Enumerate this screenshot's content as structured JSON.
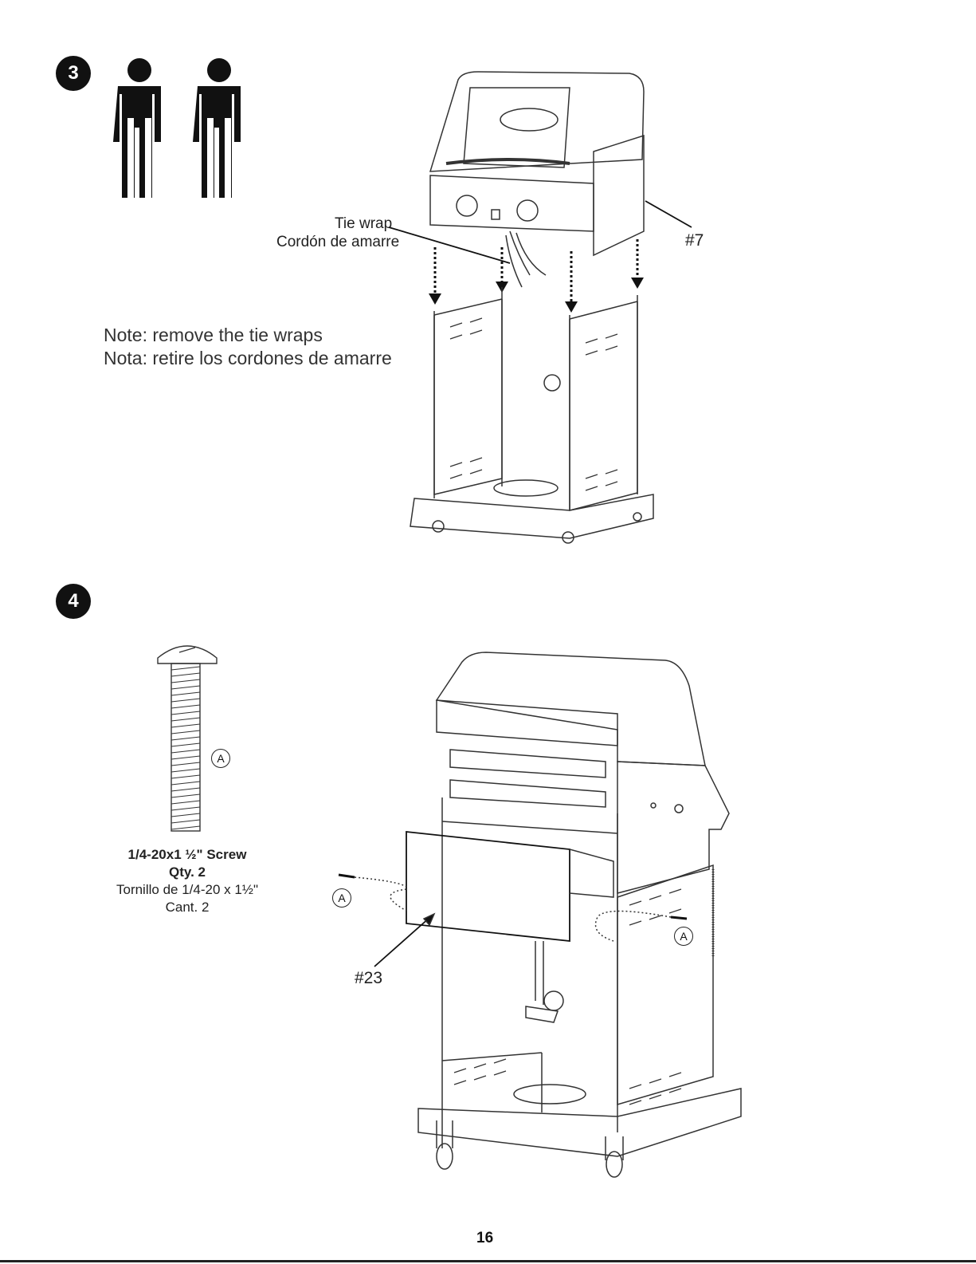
{
  "steps": [
    {
      "number": "3",
      "people_count": 2,
      "tie_wrap_label_en": "Tie wrap",
      "tie_wrap_label_es": "Cordón de amarre",
      "part_callout": "#7",
      "note_en": "Note: remove the tie wraps",
      "note_es": "Nota: retire los cordones de amarre"
    },
    {
      "number": "4",
      "hardware_letter": "A",
      "screw_name": "1/4-20x1 ½\" Screw",
      "screw_qty": "Qty. 2",
      "screw_name_es": "Tornillo de 1/4-20 x 1½\"",
      "screw_qty_es": "Cant. 2",
      "part_callout": "#23"
    }
  ],
  "page_number": "16",
  "icons": [
    "person-icon",
    "screw-icon",
    "grill-cart-illustration"
  ]
}
